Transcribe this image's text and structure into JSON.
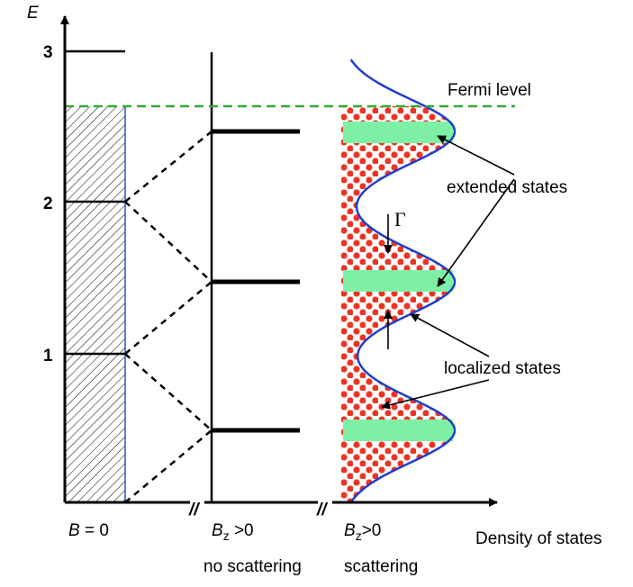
{
  "axes": {
    "y_label": "E",
    "x_label": "Density of states",
    "y_ticks": [
      "1",
      "2",
      "3"
    ]
  },
  "panels": {
    "b0": {
      "label_var": "B",
      "label_rest": " = 0"
    },
    "no_scattering": {
      "label_var": "B",
      "label_sub": "z",
      "label_rest": " >0",
      "caption": "no scattering"
    },
    "scattering": {
      "label_var": "B",
      "label_sub": "z",
      "label_rest": ">0",
      "caption": "scattering"
    }
  },
  "annotations": {
    "fermi_level": "Fermi level",
    "extended_states": "extended states",
    "localized_states": "localized states",
    "gamma": "Γ",
    "axis_break": "//"
  },
  "colors": {
    "fermi_line": "#33aa33",
    "extended_fill": "#7ef0a6",
    "dos_curve": "#1f3fcc",
    "localized_dots": "#ee3322",
    "box_edge": "#2b4fd6"
  }
}
